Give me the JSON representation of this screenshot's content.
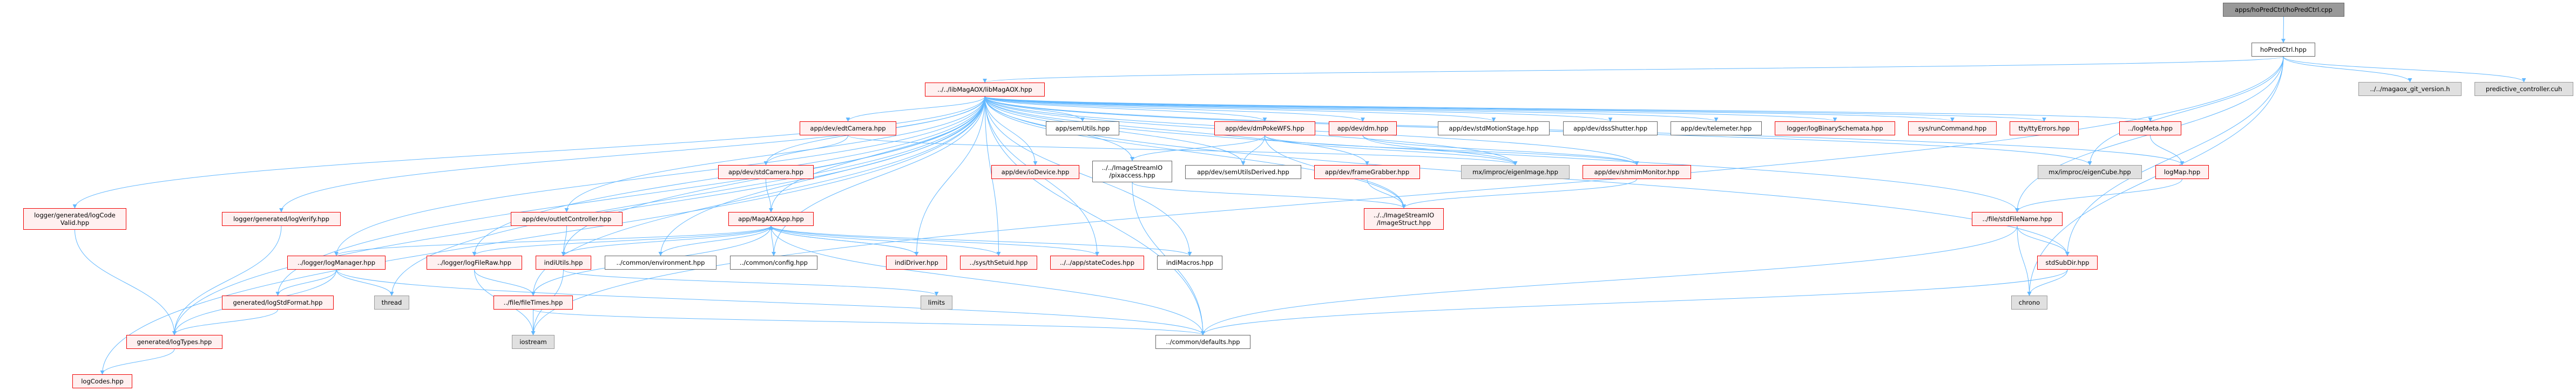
{
  "colors": {
    "edge": "#63B8FF",
    "red_border": "#F00000",
    "red_fill": "#FFF0F0",
    "gray_fill": "#E0E0E0",
    "root_fill": "#999999"
  },
  "nodes": {
    "root": "apps/hoPredCtrl/hoPredCtrl.cpp",
    "hoPredCtrl": "hoPredCtrl.hpp",
    "libMagAOX": "../../libMagAOX/libMagAOX.hpp",
    "gitver": "../../magaox_git_version.h",
    "predctrl": "predictive_controller.cuh",
    "edtCamera": "app/dev/edtCamera.hpp",
    "semUtils": "app/semUtils.hpp",
    "dmPokeWFS": "app/dev/dmPokeWFS.hpp",
    "dm": "app/dev/dm.hpp",
    "stdMotionStage": "app/dev/stdMotionStage.hpp",
    "dssShutter": "app/dev/dssShutter.hpp",
    "telemeter": "app/dev/telemeter.hpp",
    "logBinarySchemata": "logger/logBinarySchemata.hpp",
    "runCommand": "sys/runCommand.hpp",
    "ttyErrors": "tty/ttyErrors.hpp",
    "logMeta": "../logMeta.hpp",
    "stdCamera": "app/dev/stdCamera.hpp",
    "ioDevice": "app/dev/ioDevice.hpp",
    "pixaccess": "../../ImageStreamIO\n/pixaccess.hpp",
    "semUtilsDerived": "app/dev/semUtilsDerived.hpp",
    "frameGrabber": "app/dev/frameGrabber.hpp",
    "eigenImage": "mx/improc/eigenImage.hpp",
    "shmimMonitor": "app/dev/shmimMonitor.hpp",
    "eigenCube": "mx/improc/eigenCube.hpp",
    "logMap": "logMap.hpp",
    "logCodeValid": "logger/generated/logCode\nValid.hpp",
    "logVerify": "logger/generated/logVerify.hpp",
    "outletController": "app/dev/outletController.hpp",
    "MagAOXApp": "app/MagAOXApp.hpp",
    "ImageStruct": "../../ImageStreamIO\n/ImageStruct.hpp",
    "stdFileName": "../file/stdFileName.hpp",
    "logManager": "../logger/logManager.hpp",
    "logFileRaw": "../logger/logFileRaw.hpp",
    "indiUtils": "indiUtils.hpp",
    "environment": "../common/environment.hpp",
    "config": "../common/config.hpp",
    "indiDriver": "indiDriver.hpp",
    "thSetuid": "../sys/thSetuid.hpp",
    "stateCodes": "../../app/stateCodes.hpp",
    "indiMacros": "indiMacros.hpp",
    "stdSubDir": "stdSubDir.hpp",
    "logStdFormat": "generated/logStdFormat.hpp",
    "thread": "thread",
    "fileTimes": "../file/fileTimes.hpp",
    "limits": "limits",
    "chrono": "chrono",
    "logTypes": "generated/logTypes.hpp",
    "iostream": "iostream",
    "defaults": "../common/defaults.hpp",
    "logCodes": "logCodes.hpp"
  },
  "edges": [
    [
      "root",
      "hoPredCtrl"
    ],
    [
      "hoPredCtrl",
      "libMagAOX"
    ],
    [
      "hoPredCtrl",
      "gitver"
    ],
    [
      "hoPredCtrl",
      "predctrl"
    ],
    [
      "hoPredCtrl",
      "eigenCube"
    ],
    [
      "hoPredCtrl",
      "stdSubDir"
    ],
    [
      "hoPredCtrl",
      "chrono"
    ],
    [
      "hoPredCtrl",
      "stdFileName"
    ],
    [
      "hoPredCtrl",
      "iostream"
    ],
    [
      "libMagAOX",
      "logCodeValid"
    ],
    [
      "libMagAOX",
      "logVerify"
    ],
    [
      "libMagAOX",
      "logCodes"
    ],
    [
      "libMagAOX",
      "logTypes"
    ],
    [
      "libMagAOX",
      "logManager"
    ],
    [
      "libMagAOX",
      "logStdFormat"
    ],
    [
      "libMagAOX",
      "thread"
    ],
    [
      "libMagAOX",
      "logFileRaw"
    ],
    [
      "libMagAOX",
      "fileTimes"
    ],
    [
      "libMagAOX",
      "indiUtils"
    ],
    [
      "libMagAOX",
      "outletController"
    ],
    [
      "libMagAOX",
      "environment"
    ],
    [
      "libMagAOX",
      "config"
    ],
    [
      "libMagAOX",
      "MagAOXApp"
    ],
    [
      "libMagAOX",
      "stdCamera"
    ],
    [
      "libMagAOX",
      "edtCamera"
    ],
    [
      "libMagAOX",
      "indiDriver"
    ],
    [
      "libMagAOX",
      "thSetuid"
    ],
    [
      "libMagAOX",
      "stateCodes"
    ],
    [
      "libMagAOX",
      "indiMacros"
    ],
    [
      "libMagAOX",
      "semUtils"
    ],
    [
      "libMagAOX",
      "ioDevice"
    ],
    [
      "libMagAOX",
      "pixaccess"
    ],
    [
      "libMagAOX",
      "semUtilsDerived"
    ],
    [
      "libMagAOX",
      "dmPokeWFS"
    ],
    [
      "libMagAOX",
      "dm"
    ],
    [
      "libMagAOX",
      "frameGrabber"
    ],
    [
      "libMagAOX",
      "stdMotionStage"
    ],
    [
      "libMagAOX",
      "dssShutter"
    ],
    [
      "libMagAOX",
      "telemeter"
    ],
    [
      "libMagAOX",
      "logBinarySchemata"
    ],
    [
      "libMagAOX",
      "runCommand"
    ],
    [
      "libMagAOX",
      "ttyErrors"
    ],
    [
      "libMagAOX",
      "logMeta"
    ],
    [
      "libMagAOX",
      "logMap"
    ],
    [
      "libMagAOX",
      "eigenImage"
    ],
    [
      "libMagAOX",
      "shmimMonitor"
    ],
    [
      "libMagAOX",
      "stdFileName"
    ],
    [
      "libMagAOX",
      "stdSubDir"
    ],
    [
      "libMagAOX",
      "ImageStruct"
    ],
    [
      "libMagAOX",
      "defaults"
    ],
    [
      "libMagAOX",
      "eigenCube"
    ],
    [
      "edtCamera",
      "stdCamera"
    ],
    [
      "edtCamera",
      "eigenImage"
    ],
    [
      "stdCamera",
      "MagAOXApp"
    ],
    [
      "outletController",
      "indiUtils"
    ],
    [
      "MagAOXApp",
      "logFileRaw"
    ],
    [
      "MagAOXApp",
      "indiUtils"
    ],
    [
      "MagAOXApp",
      "environment"
    ],
    [
      "MagAOXApp",
      "config"
    ],
    [
      "MagAOXApp",
      "indiDriver"
    ],
    [
      "MagAOXApp",
      "thSetuid"
    ],
    [
      "MagAOXApp",
      "stateCodes"
    ],
    [
      "MagAOXApp",
      "indiMacros"
    ],
    [
      "MagAOXApp",
      "logManager"
    ],
    [
      "MagAOXApp",
      "fileTimes"
    ],
    [
      "MagAOXApp",
      "defaults"
    ],
    [
      "indiDriver",
      "MagAOXApp"
    ],
    [
      "dmPokeWFS",
      "pixaccess"
    ],
    [
      "dmPokeWFS",
      "semUtilsDerived"
    ],
    [
      "dmPokeWFS",
      "ImageStruct"
    ],
    [
      "dmPokeWFS",
      "eigenImage"
    ],
    [
      "dmPokeWFS",
      "shmimMonitor"
    ],
    [
      "dm",
      "eigenImage"
    ],
    [
      "dm",
      "shmimMonitor"
    ],
    [
      "frameGrabber",
      "ImageStruct"
    ],
    [
      "pixaccess",
      "ImageStruct"
    ],
    [
      "pixaccess",
      "defaults"
    ],
    [
      "shmimMonitor",
      "ImageStruct"
    ],
    [
      "logManager",
      "logStdFormat"
    ],
    [
      "logManager",
      "thread"
    ],
    [
      "logManager",
      "logTypes"
    ],
    [
      "logManager",
      "defaults"
    ],
    [
      "logFileRaw",
      "fileTimes"
    ],
    [
      "logFileRaw",
      "iostream"
    ],
    [
      "logStdFormat",
      "logTypes"
    ],
    [
      "logTypes",
      "logCodes"
    ],
    [
      "logVerify",
      "logTypes"
    ],
    [
      "logCodeValid",
      "logTypes"
    ],
    [
      "indiUtils",
      "iostream"
    ],
    [
      "indiUtils",
      "limits"
    ],
    [
      "fileTimes",
      "iostream"
    ],
    [
      "fileTimes",
      "defaults"
    ],
    [
      "logMeta",
      "logMap"
    ],
    [
      "logMap",
      "stdFileName"
    ],
    [
      "stdFileName",
      "stdSubDir"
    ],
    [
      "stdFileName",
      "chrono"
    ],
    [
      "stdFileName",
      "defaults"
    ],
    [
      "stdSubDir",
      "chrono"
    ],
    [
      "stdSubDir",
      "defaults"
    ]
  ]
}
